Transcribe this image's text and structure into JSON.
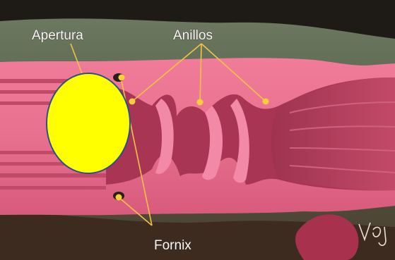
{
  "labels": {
    "apertura": "Apertura",
    "anillos": "Anillos",
    "fornix": "Fornix"
  },
  "signature": "Voj",
  "colors": {
    "background_top": "#5b6c56",
    "background_bottom": "#4b3b2e",
    "tissue_pink": "#e7708f",
    "tissue_light": "#f08aa6",
    "tissue_dark": "#b33a58",
    "leader_lines": "#f2c443",
    "overlay_circle": "#ffff00",
    "overlay_circle_border": "#2a4f8a"
  }
}
